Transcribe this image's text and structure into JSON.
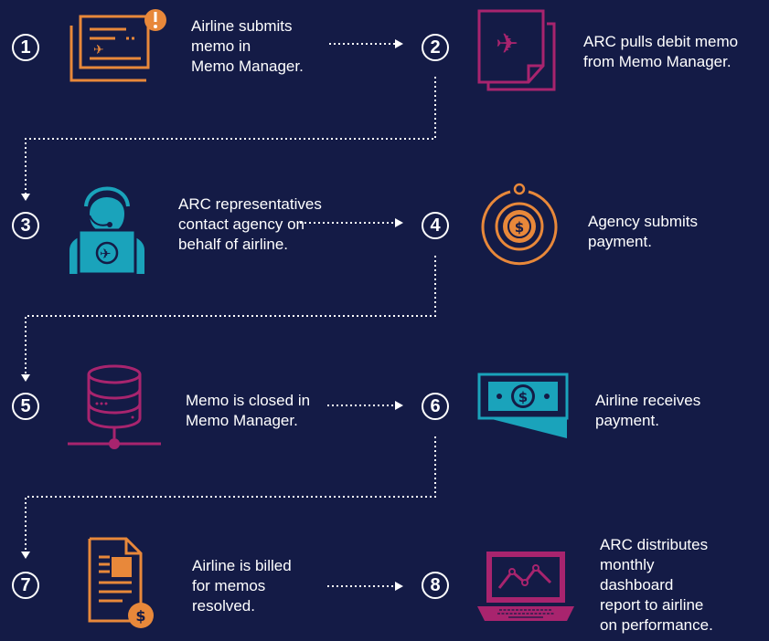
{
  "steps": [
    {
      "number": "1",
      "text_lines": [
        "Airline submits",
        "memo in",
        "Memo Manager."
      ],
      "icon": "memo-alert-icon"
    },
    {
      "number": "2",
      "text_lines": [
        "ARC pulls debit memo",
        "from Memo Manager."
      ],
      "icon": "debit-memo-stack-icon"
    },
    {
      "number": "3",
      "text_lines": [
        "ARC representatives",
        "contact agency on",
        "behalf of airline."
      ],
      "icon": "representative-headset-icon"
    },
    {
      "number": "4",
      "text_lines": [
        "Agency submits",
        "payment."
      ],
      "icon": "coin-payment-icon"
    },
    {
      "number": "5",
      "text_lines": [
        "Memo is closed in",
        "Memo Manager."
      ],
      "icon": "database-icon"
    },
    {
      "number": "6",
      "text_lines": [
        "Airline receives",
        "payment."
      ],
      "icon": "banknote-icon"
    },
    {
      "number": "7",
      "text_lines": [
        "Airline is billed",
        "for memos",
        "resolved."
      ],
      "icon": "invoice-dollar-icon"
    },
    {
      "number": "8",
      "text_lines": [
        "ARC distributes",
        "monthly",
        "dashboard",
        "report to airline",
        "on performance."
      ],
      "icon": "laptop-dashboard-icon"
    }
  ],
  "colors": {
    "background": "#141b46",
    "orange": "#e8883a",
    "magenta": "#a8246e",
    "teal": "#1aa3bb",
    "white": "#ffffff"
  }
}
